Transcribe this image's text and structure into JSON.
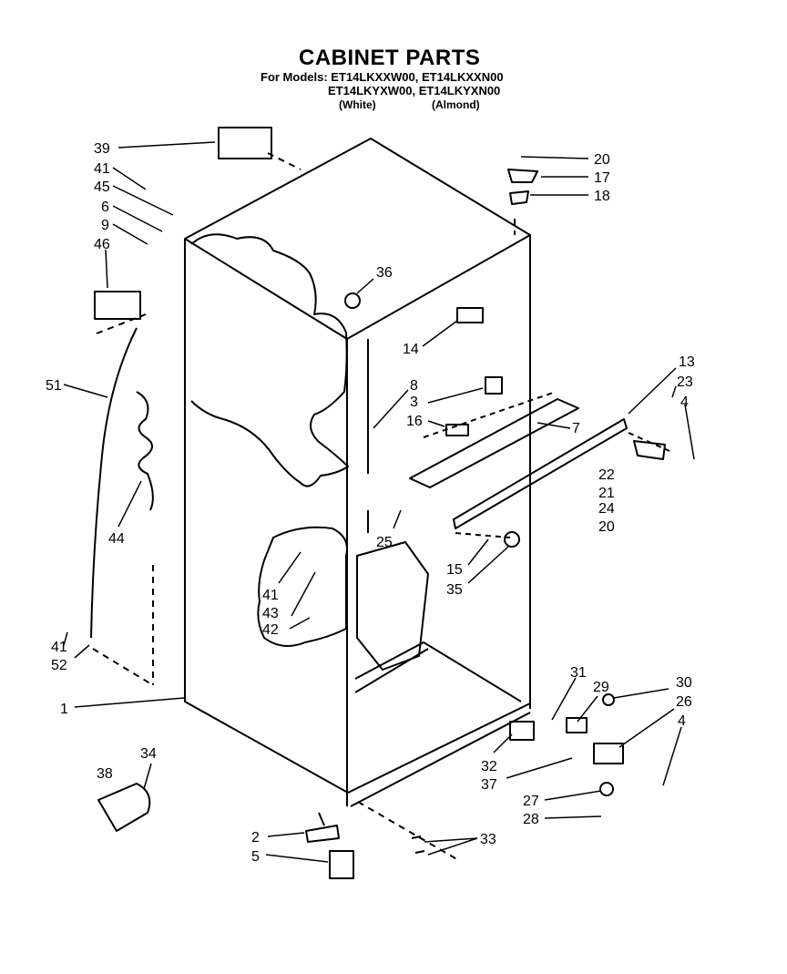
{
  "header": {
    "title": "CABINET PARTS",
    "models_line1": "For Models: ET14LKXXW00, ET14LKXXN00",
    "models_line2": "ET14LKYXW00, ET14LKYXN00",
    "white": "(White)",
    "almond": "(Almond)"
  },
  "callouts": [
    "39",
    "41",
    "45",
    "6",
    "9",
    "46",
    "51",
    "44",
    "41",
    "52",
    "1",
    "34",
    "38",
    "2",
    "5",
    "20",
    "17",
    "18",
    "36",
    "14",
    "8",
    "3",
    "16",
    "7",
    "13",
    "23",
    "4",
    "22",
    "21",
    "24",
    "20",
    "25",
    "15",
    "35",
    "41",
    "43",
    "42",
    "31",
    "29",
    "30",
    "26",
    "4",
    "32",
    "37",
    "27",
    "28",
    "33"
  ]
}
